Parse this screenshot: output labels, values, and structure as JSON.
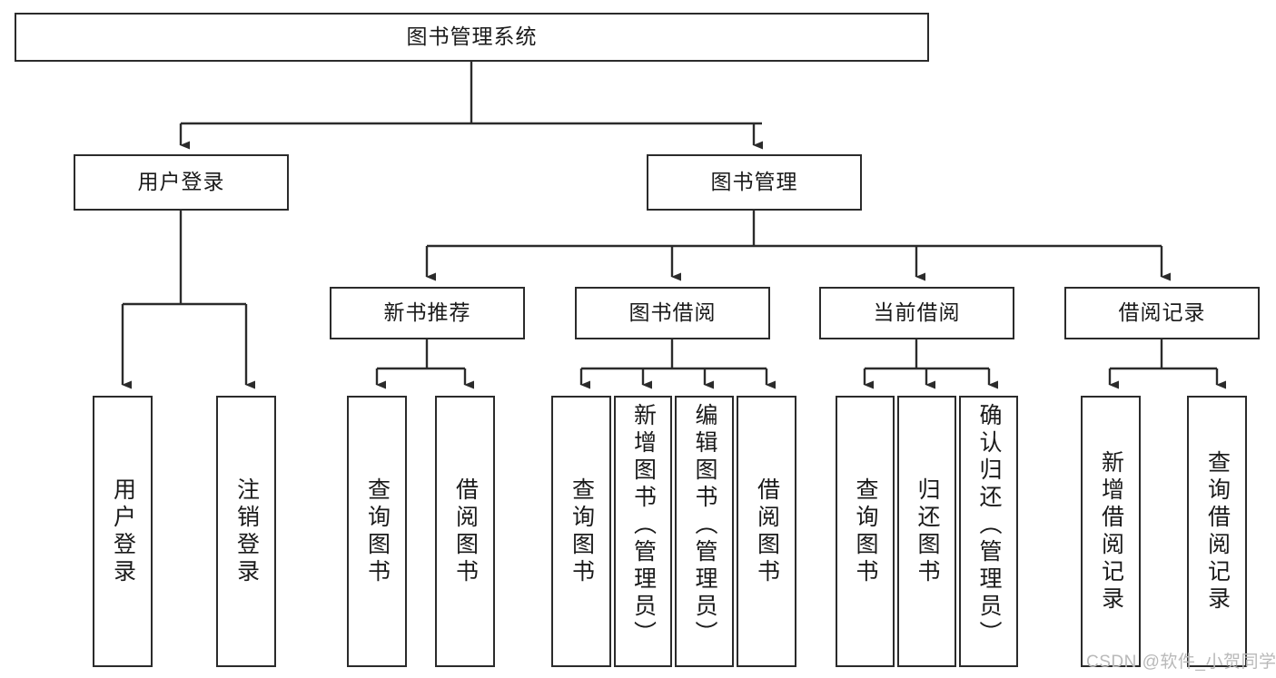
{
  "diagram": {
    "title": "图书管理系统",
    "type": "tree-hierarchy-chart",
    "colors": {
      "box_border": "#2b2b2b",
      "box_fill": "#ffffff",
      "edge": "#2b2b2b",
      "text": "#1a1a1a",
      "watermark": "#b9b9b9",
      "background": "#ffffff"
    }
  },
  "root": {
    "label": "图书管理系统"
  },
  "level1": [
    {
      "label": "用户登录"
    },
    {
      "label": "图书管理"
    }
  ],
  "level2": [
    {
      "label": "新书推荐"
    },
    {
      "label": "图书借阅"
    },
    {
      "label": "当前借阅"
    },
    {
      "label": "借阅记录"
    }
  ],
  "leaves": {
    "user_login": [
      {
        "label": "用户登录"
      },
      {
        "label": "注销登录"
      }
    ],
    "new_book_recommend": [
      {
        "label": "查询图书"
      },
      {
        "label": "借阅图书"
      }
    ],
    "book_borrow": [
      {
        "label": "查询图书"
      },
      {
        "label": "新增图书（管理员）"
      },
      {
        "label": "编辑图书（管理员）"
      },
      {
        "label": "借阅图书"
      }
    ],
    "current_borrow": [
      {
        "label": "查询图书"
      },
      {
        "label": "归还图书"
      },
      {
        "label": "确认归还（管理员）"
      }
    ],
    "borrow_record": [
      {
        "label": "新增借阅记录"
      },
      {
        "label": "查询借阅记录"
      }
    ]
  },
  "watermark": {
    "text": "CSDN @软件_小贺同学"
  }
}
